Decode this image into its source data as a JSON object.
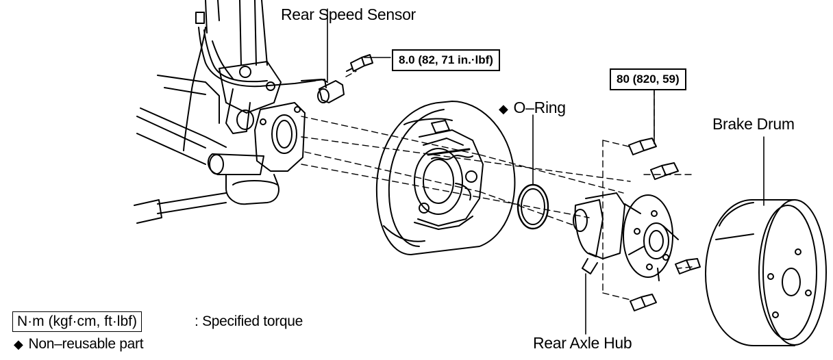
{
  "labels": {
    "rear_speed_sensor": "Rear Speed Sensor",
    "o_ring": "O–Ring",
    "brake_drum": "Brake Drum",
    "rear_axle_hub": "Rear Axle Hub"
  },
  "torque": {
    "sensor_bolt": "8.0 (82, 71 in.·lbf)",
    "hub_bolt": "80 (820, 59)"
  },
  "legend": {
    "unit_box": "N·m (kgf·cm, ft·lbf)",
    "unit_desc": ": Specified torque",
    "diamond": "◆",
    "non_reusable": "Non–reusable part"
  }
}
